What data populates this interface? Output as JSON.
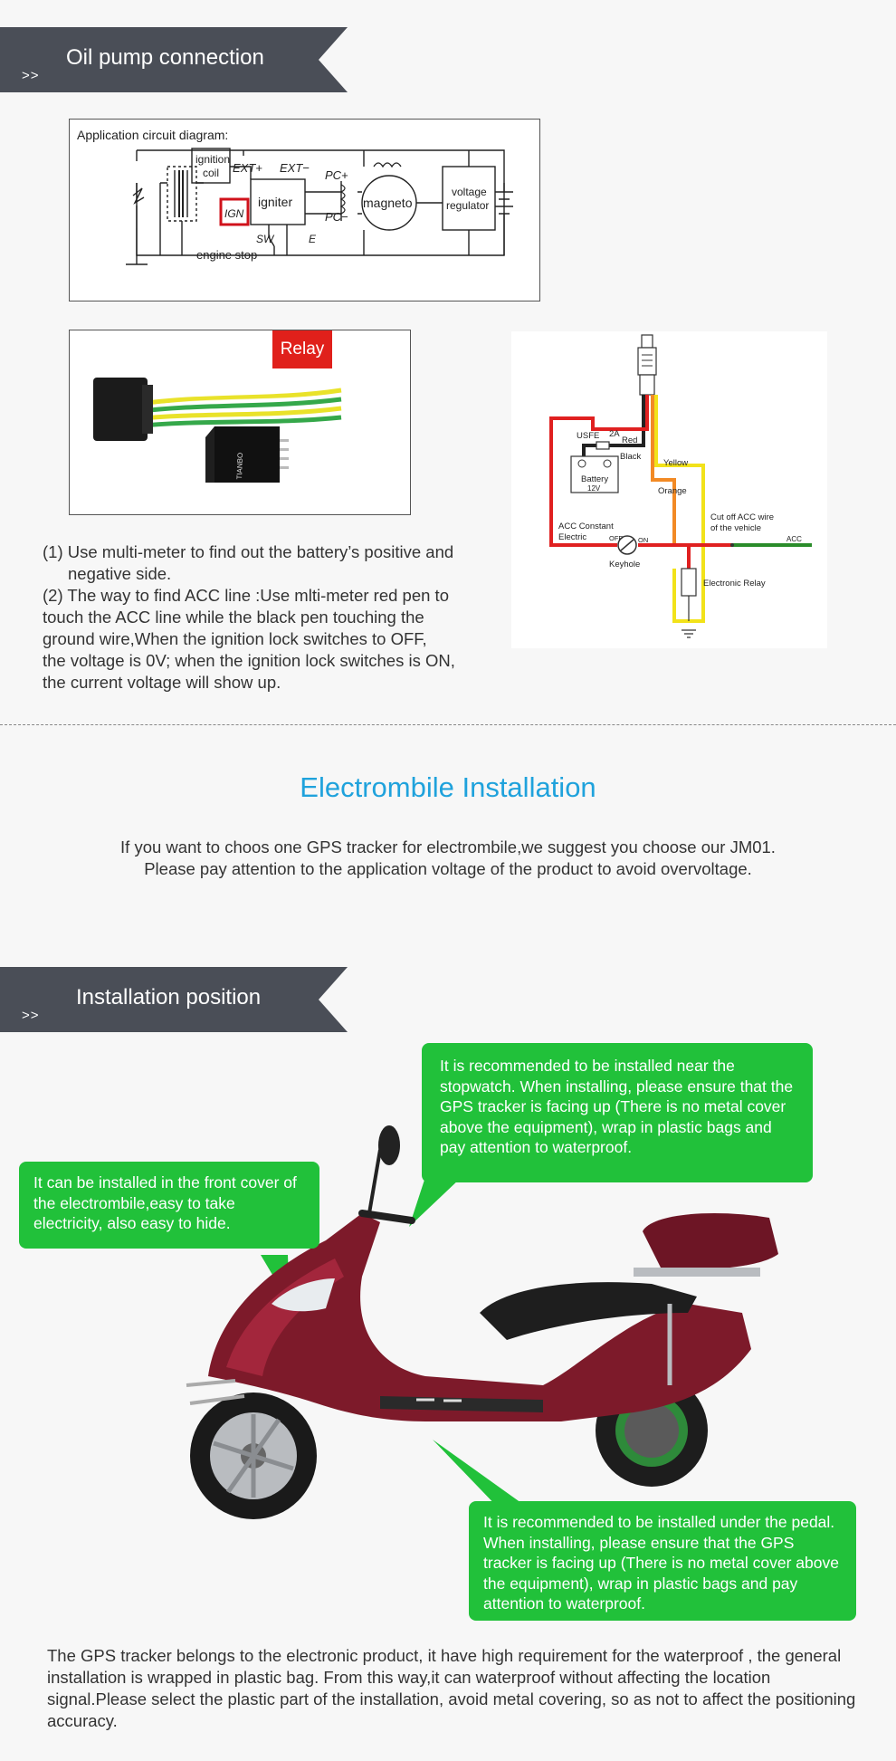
{
  "banners": {
    "oil": {
      "title": "Oil pump connection",
      "arrows": ">>"
    },
    "position": {
      "title": "Installation position",
      "arrows": ">>"
    }
  },
  "circuit": {
    "caption": "Application circuit diagram:",
    "labels": {
      "ignition_coil_1": "ignition",
      "ignition_coil_2": "coil",
      "ext_plus": "EXT+",
      "ext_minus": "EXT−",
      "pc_plus": "PC+",
      "pc_minus": "PC−",
      "ign": "IGN",
      "igniter": "igniter",
      "magneto": "magneto",
      "voltage_regulator_1": "voltage",
      "voltage_regulator_2": "regulator",
      "sw": "SW",
      "e": "E",
      "engine_stop": "engine stop"
    }
  },
  "relay_photo": {
    "badge": "Relay"
  },
  "wiring": {
    "usfe": "USFE",
    "fuse_rating": "2A",
    "red": "Red",
    "black": "Black",
    "yellow": "Yellow",
    "orange": "Orange",
    "battery_1": "Battery",
    "battery_2": "12V",
    "acc_constant_1": "ACC Constant",
    "acc_constant_2": "Electric",
    "off": "OFF",
    "on": "ON",
    "keyhole": "Keyhole",
    "cut_off_1": "Cut off ACC wire",
    "cut_off_2": "of the vehicle",
    "acc": "ACC",
    "electronic_relay": "Electronic Relay"
  },
  "steps": {
    "line1": "(1) Use multi-meter to find out the battery’s positive and",
    "line1b": "negative side.",
    "line2": "(2) The way to find ACC line :Use mlti-meter red pen to",
    "line3": "touch the ACC line while the black pen touching the",
    "line4": "ground wire,When the ignition lock switches to OFF,",
    "line5": "the voltage is 0V; when the ignition lock switches is ON,",
    "line6": "the current voltage will show up."
  },
  "electrombile": {
    "heading": "Electrombile Installation",
    "line1": "If you want to choos one GPS tracker for electrombile,we suggest you choose our JM01.",
    "line2": "Please pay attention to the application voltage of the product to avoid overvoltage."
  },
  "bubbles": {
    "stopwatch": "It is recommended to be installed near the stopwatch. When installing, please ensure that the GPS tracker is facing up (There is no metal cover above the equipment), wrap in plastic bags and pay attention to waterproof.",
    "front_cover": "It can be installed in the front cover of the electrombile,easy to take electricity, also easy to hide.",
    "pedal": "It is recommended to be installed under the pedal. When installing, please ensure that the GPS tracker is facing up (There is no metal cover above the equipment), wrap in plastic bags and pay attention to waterproof."
  },
  "bottom_text": "The GPS tracker belongs to the electronic product, it have high requirement for the waterproof , the general installation is wrapped in plastic bag. From this way,it can waterproof without affecting the location signal.Please select the plastic part of the installation, avoid metal covering, so as not to affect the positioning accuracy.",
  "colors": {
    "banner": "#4a4e57",
    "heading": "#1fa2dc",
    "bubble": "#21c13a",
    "relay_badge": "#e0201b",
    "ign_box": "#d0121b"
  }
}
